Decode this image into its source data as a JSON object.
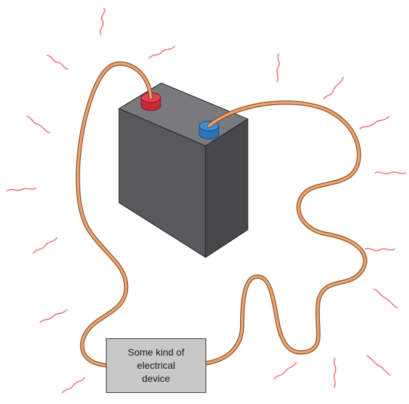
{
  "device": {
    "lines": [
      "Some kind of",
      "electrical",
      "device"
    ]
  },
  "colors": {
    "battery_top": "#787a7d",
    "battery_front": "#57595c",
    "battery_side": "#46484a",
    "positive_terminal": "#e8404f",
    "negative_terminal": "#3b8fd8",
    "wire": "#e9a472",
    "wire_outline": "#8a4a1e",
    "heat_squiggle": "#f0747a",
    "device_fill": "#c8c8c8"
  },
  "icons": {
    "battery": "battery-icon",
    "positive_terminal": "positive-terminal-icon",
    "negative_terminal": "negative-terminal-icon",
    "heat": "heat-squiggle-icon"
  }
}
